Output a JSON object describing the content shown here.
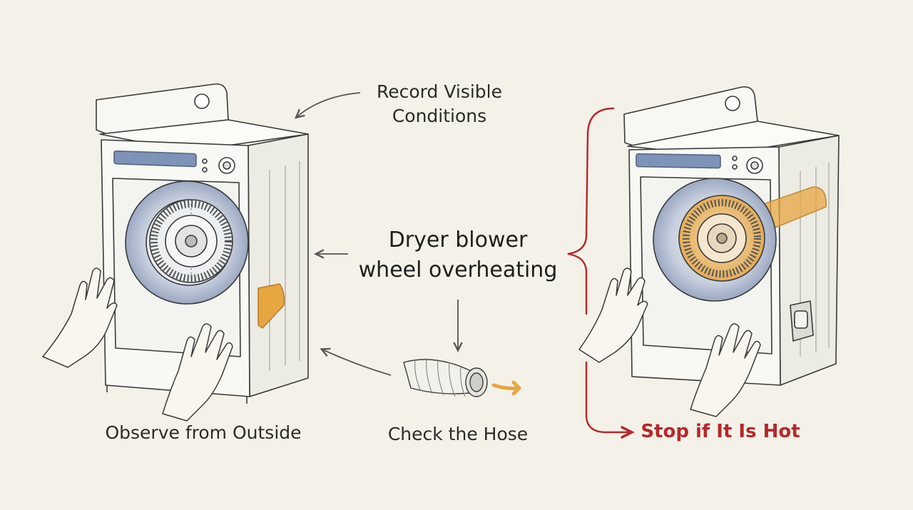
{
  "diagram": {
    "title_lines": [
      "Dryer blower",
      "wheel overheating"
    ],
    "record_lines": [
      "Record Visible",
      "Conditions"
    ],
    "observe": "Observe from Outside",
    "hose": "Check the Hose",
    "stop": "Stop if It Is Hot",
    "colors": {
      "background": "#f3f1e8",
      "ink": "#3a3a3a",
      "warning": "#b5282a",
      "heat": "#e8a640",
      "panel": "#7d93b8"
    }
  }
}
